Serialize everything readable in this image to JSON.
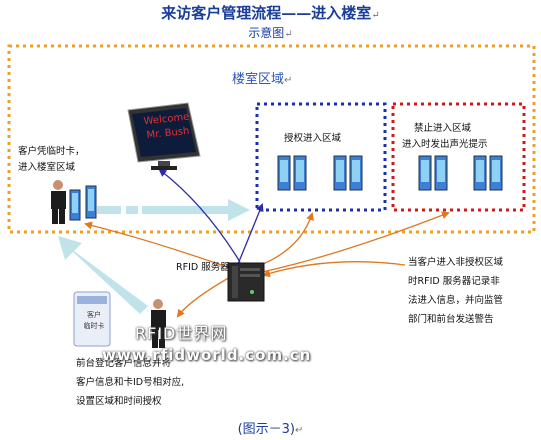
{
  "title": "来访客户管理流程——进入楼室",
  "title_mark": "↵",
  "subtitle": "示意图",
  "subtitle_mark": "↵",
  "floor_area": "楼室区域",
  "floor_mark": "↵",
  "authorized_area": "授权进入区域",
  "forbidden_area": {
    "line1": "禁止进入区域",
    "line2": "进入时发出声光提示"
  },
  "client_entry": {
    "line1": "客户凭临时卡，",
    "line2": "进入楼室区域"
  },
  "display_text": {
    "line1": "Welcome",
    "line2": "Mr. Bush"
  },
  "rfid_server": "RFID 服务器",
  "warning_note": {
    "line1": "当客户进入非授权区域",
    "line2": "时RFID 服务器记录非",
    "line3": "法进入信息，并向监管",
    "line4": "部门和前台发送警告"
  },
  "reception_note": {
    "line1": "前台登记客户信息并将",
    "line2": "客户信息和卡ID号相对应,",
    "line3": "设置区域和时间授权"
  },
  "card_label": {
    "line1": "客户",
    "line2": "临时卡"
  },
  "watermark": {
    "line1": "RFID世界网",
    "line2": "www.rfidworld.com.cn"
  },
  "caption": "(图示－3)",
  "caption_mark": "↵",
  "colors": {
    "title": "#1a3d9a",
    "outer_border": "#f0a020",
    "authorized_border": "#1a2fb0",
    "forbidden_border": "#d01818",
    "arrow_orange": "#e07820",
    "arrow_blue": "#2a2ab0",
    "flow_arrow": "#bfe3e8"
  }
}
